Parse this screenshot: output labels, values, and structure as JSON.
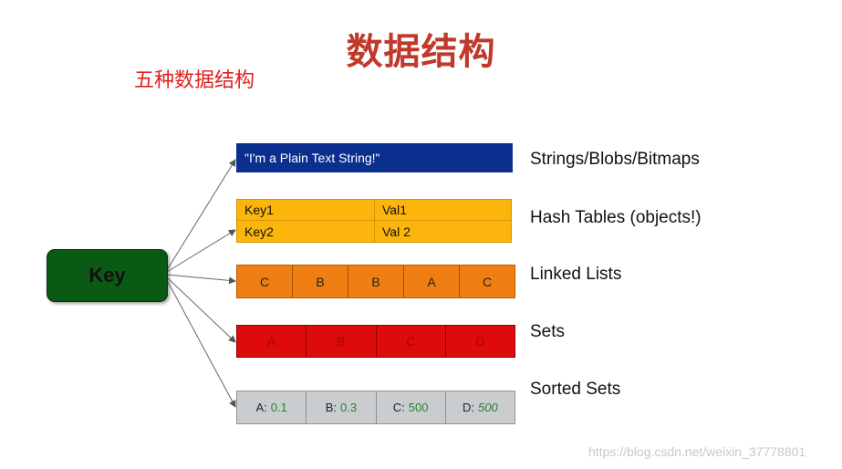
{
  "title": "数据结构",
  "subtitle": "五种数据结构",
  "key_label": "Key",
  "structures": {
    "string": {
      "label": "Strings/Blobs/Bitmaps",
      "value": "\"I'm a Plain Text String!\""
    },
    "hash": {
      "label": "Hash Tables (objects!)",
      "rows": [
        {
          "key": "Key1",
          "val": "Val1"
        },
        {
          "key": "Key2",
          "val": "Val 2"
        }
      ]
    },
    "list": {
      "label": "Linked Lists",
      "cells": [
        "C",
        "B",
        "B",
        "A",
        "C"
      ]
    },
    "set": {
      "label": "Sets",
      "cells": [
        "A",
        "B",
        "C",
        "D"
      ]
    },
    "sorted_set": {
      "label": "Sorted Sets",
      "cells": [
        {
          "member": "A:",
          "score": "0.1"
        },
        {
          "member": "B:",
          "score": "0.3"
        },
        {
          "member": "C:",
          "score": "500"
        },
        {
          "member": "D:",
          "score": "500"
        }
      ]
    }
  },
  "watermark": "https://blog.csdn.net/weixin_37778801",
  "colors": {
    "title": "#c0392b",
    "subtitle": "#e02020",
    "key_box": "#0b5a14",
    "string_box": "#0a2f8f",
    "hash_box": "#fbb50c",
    "list_box": "#f07f13",
    "set_box": "#dd0b0b",
    "sorted_box": "#c9cdd0",
    "score_text": "#2e7d32"
  }
}
